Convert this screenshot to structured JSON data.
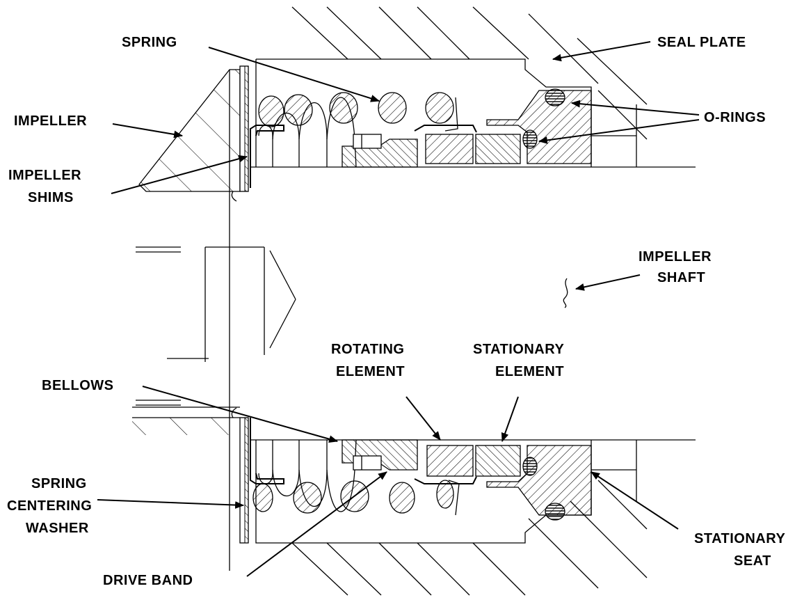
{
  "labels": {
    "spring": "SPRING",
    "seal_plate": "SEAL PLATE",
    "impeller": "IMPELLER",
    "o_rings": "O-RINGS",
    "impeller_shims_1": "IMPELLER",
    "impeller_shims_2": "SHIMS",
    "impeller_shaft_1": "IMPELLER",
    "impeller_shaft_2": "SHAFT",
    "rotating_1": "ROTATING",
    "rotating_2": "ELEMENT",
    "stationary_el_1": "STATIONARY",
    "stationary_el_2": "ELEMENT",
    "bellows": "BELLOWS",
    "spring_centering_1": "SPRING",
    "spring_centering_2": "CENTERING",
    "spring_centering_3": "WASHER",
    "stationary_seat_1": "STATIONARY",
    "stationary_seat_2": "SEAT",
    "drive_band": "DRIVE BAND"
  }
}
